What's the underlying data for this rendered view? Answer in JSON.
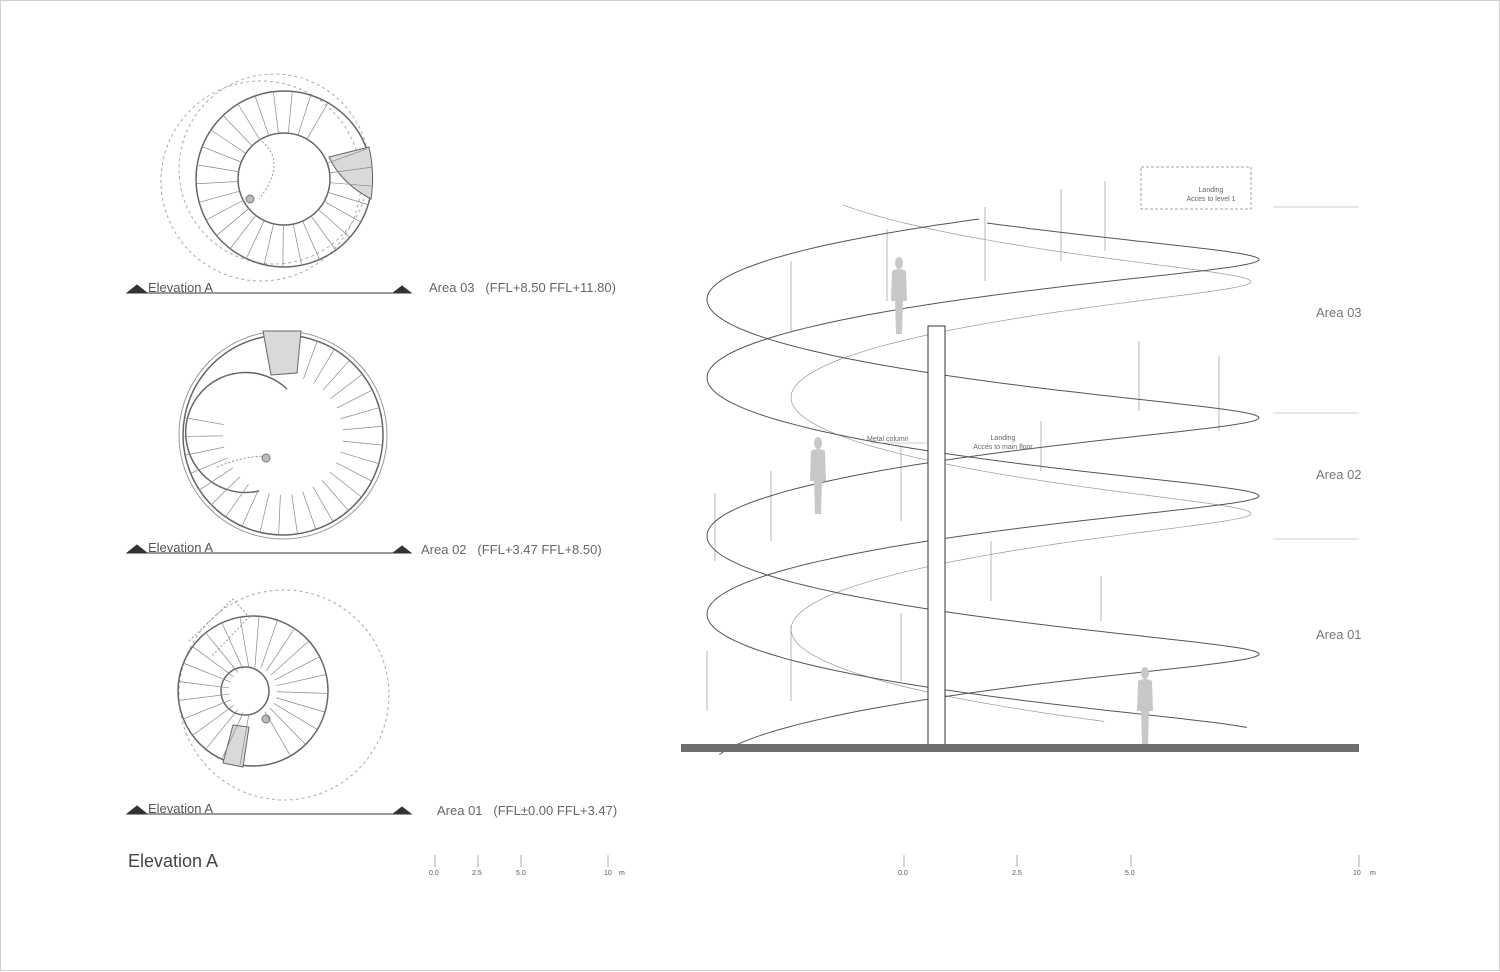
{
  "plans": [
    {
      "id": "area03",
      "section_label": "Elevation A",
      "area": "Area 03",
      "levels": "(FFL+8.50 FFL+11.80)"
    },
    {
      "id": "area02",
      "section_label": "Elevation A",
      "area": "Area 02",
      "levels": "(FFL+3.47 FFL+8.50)"
    },
    {
      "id": "area01",
      "section_label": "Elevation A",
      "area": "Area 01",
      "levels": "(FFL±0.00 FFL+3.47)"
    }
  ],
  "drawing_title": "Elevation A",
  "scale_left": {
    "ticks": [
      "0.0",
      "2.5",
      "5.0",
      "10"
    ],
    "unit": "m"
  },
  "scale_right": {
    "ticks": [
      "0.0",
      "2.5",
      "5.0",
      "10"
    ],
    "unit": "m"
  },
  "elevation": {
    "areas": [
      "Area 03",
      "Area 02",
      "Area 01"
    ],
    "notes": {
      "landing_top_1": "Landing",
      "landing_top_2": "Acces to level 1",
      "metal_column": "Metal column",
      "landing_mid_1": "Landing",
      "landing_mid_2": "Acces to main floor"
    }
  },
  "colors": {
    "line": "#555555",
    "light": "#bbbbbb",
    "fill": "#d9d9d9",
    "ground": "#6e6e6e"
  }
}
